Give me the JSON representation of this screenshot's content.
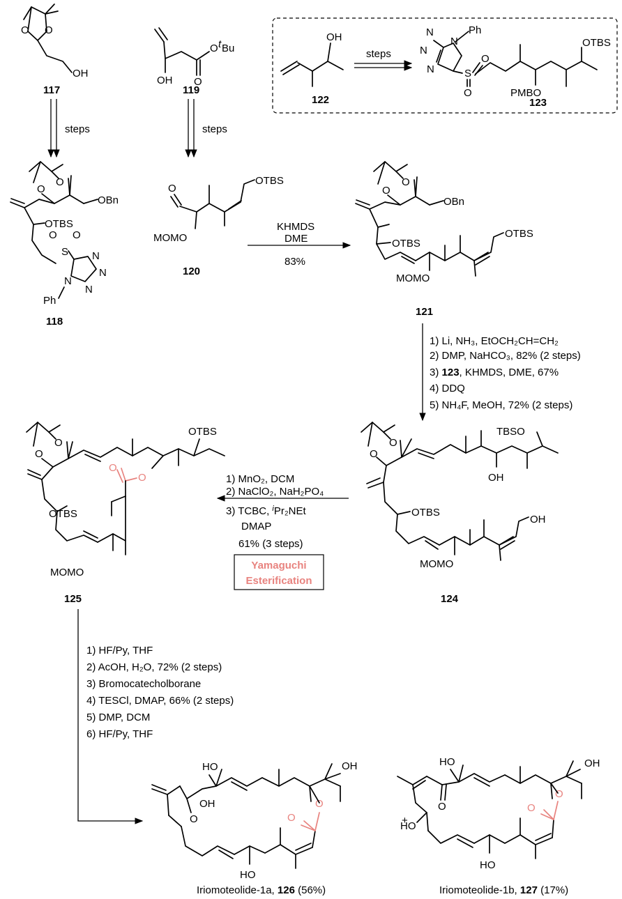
{
  "compounds": {
    "c117": "117",
    "c118": "118",
    "c119": "119",
    "c120": "120",
    "c121": "121",
    "c122": "122",
    "c123": "123",
    "c124": "124",
    "c125": "125"
  },
  "labels": {
    "oh": "OH",
    "otbs": "OTBS",
    "obn": "OBn",
    "tbso": "TBSO",
    "pmbo": "PMBO",
    "momo": "MOMO",
    "ho": "HO",
    "ph": "Ph",
    "o": "O",
    "s": "S",
    "n": "N",
    "otbu_o": "O",
    "otbu_t": "t",
    "otbu_bu": "Bu"
  },
  "steps_label": "steps",
  "step_a": {
    "line1": "KHMDS",
    "line2": "DME",
    "yield": "83%"
  },
  "step_b": {
    "l1": "1) Li, NH₃, EtOCH₂CH=CH₂",
    "l2": "2) DMP,  NaHCO₃, 82% (2 steps)",
    "l3_pre": "3) ",
    "l3_bold": "123",
    "l3_post": ", KHMDS, DME, 67%",
    "l4": "4) DDQ",
    "l5": "5) NH₄F,  MeOH, 72% (2 steps)"
  },
  "step_c": {
    "l1": "1) MnO₂, DCM",
    "l2": "2) NaClO₂, NaH₂PO₄",
    "l3_pre": "3) TCBC, ",
    "l3_sup": "i",
    "l3_post": "Pr₂NEt",
    "l4": "DMAP",
    "l5": "61% (3 steps)",
    "highlight1": "Yamaguchi",
    "highlight2": "Esterification"
  },
  "step_d": {
    "l1": "1) HF/Py, THF",
    "l2": "2) AcOH, H₂O, 72% (2 steps)",
    "l3": "3) Bromocatecholborane",
    "l4": "4) TESCl, DMAP, 66% (2 steps)",
    "l5": "5) DMP,  DCM",
    "l6": "6) HF/Py, THF"
  },
  "products": {
    "p126_name": "Iriomoteolide-1a, ",
    "p126_num": "126",
    "p126_yield": " (56%)",
    "p127_name": "Iriomoteolide-1b, ",
    "p127_num": "127",
    "p127_yield": " (17%)",
    "plus": "+"
  },
  "colors": {
    "highlight": "#e8837f",
    "ink": "#000000"
  }
}
